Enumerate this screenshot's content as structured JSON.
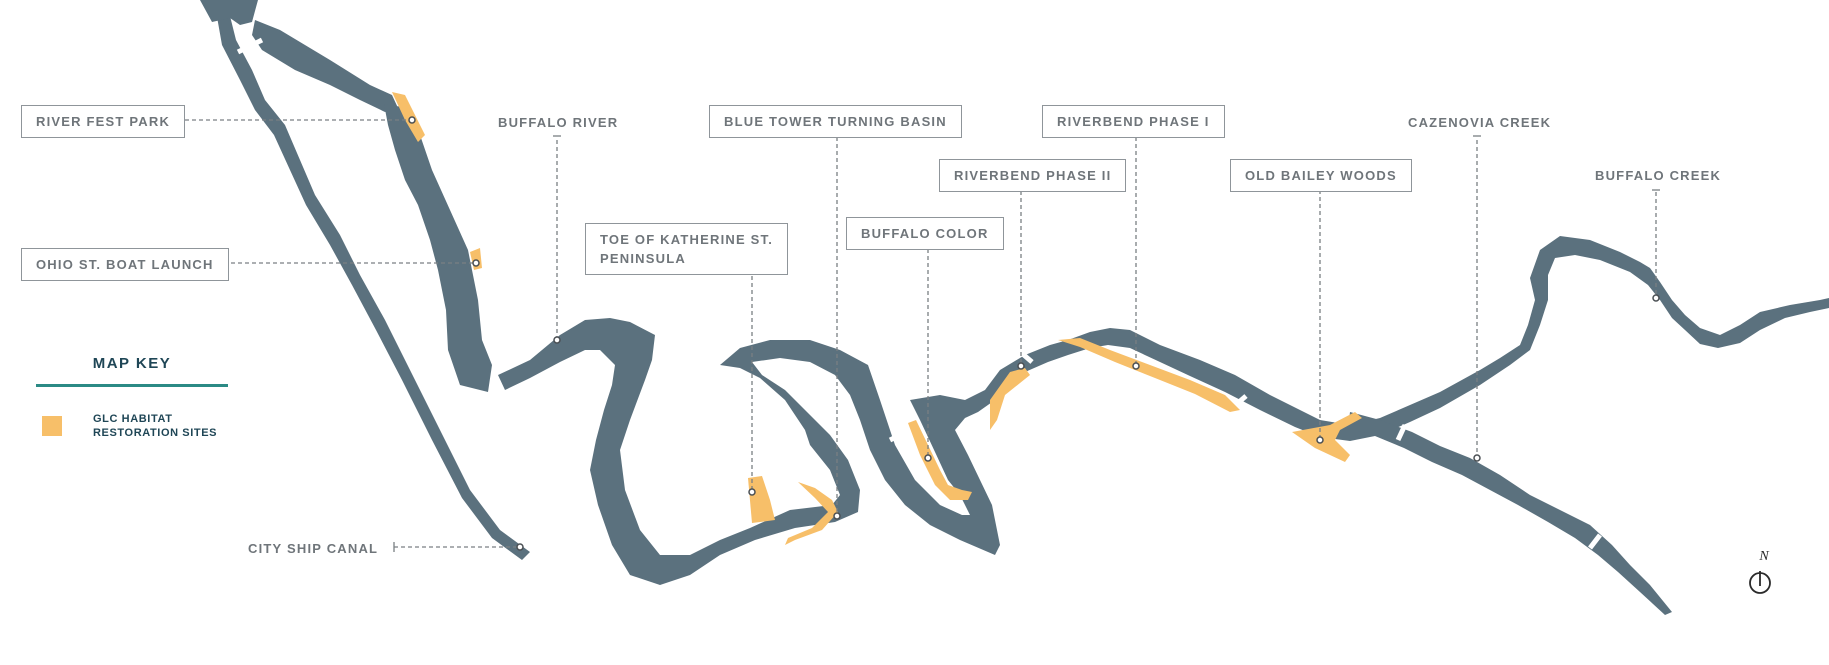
{
  "map": {
    "colors": {
      "water": "#5b717e",
      "habitat": "#f7bf69",
      "leader": "#7a7f83",
      "background": "#ffffff"
    },
    "boxed_labels": [
      {
        "id": "river-fest-park",
        "text": "RIVER FEST PARK"
      },
      {
        "id": "ohio-st-boat-launch",
        "text": "OHIO ST. BOAT LAUNCH"
      },
      {
        "id": "toe-of-katherine",
        "lines": [
          "TOE OF KATHERINE ST.",
          "PENINSULA"
        ]
      },
      {
        "id": "blue-tower-turning-basin",
        "text": "BLUE TOWER TURNING BASIN"
      },
      {
        "id": "buffalo-color",
        "text": "BUFFALO COLOR"
      },
      {
        "id": "riverbend-phase-ii",
        "text": "RIVERBEND PHASE II"
      },
      {
        "id": "riverbend-phase-i",
        "text": "RIVERBEND PHASE I"
      },
      {
        "id": "old-bailey-woods",
        "text": "OLD BAILEY WOODS"
      }
    ],
    "waterway_labels": [
      {
        "id": "buffalo-river",
        "text": "BUFFALO RIVER"
      },
      {
        "id": "cazenovia-creek",
        "text": "CAZENOVIA CREEK"
      },
      {
        "id": "buffalo-creek",
        "text": "BUFFALO CREEK"
      },
      {
        "id": "city-ship-canal",
        "text": "CITY SHIP CANAL"
      }
    ],
    "legend": {
      "title": "MAP KEY",
      "items": [
        {
          "label_line1": "GLC HABITAT",
          "label_line2": "RESTORATION SITES",
          "color": "#f7bf69"
        }
      ]
    },
    "compass": {
      "label": "N",
      "icon": "north-arrow-icon"
    }
  }
}
